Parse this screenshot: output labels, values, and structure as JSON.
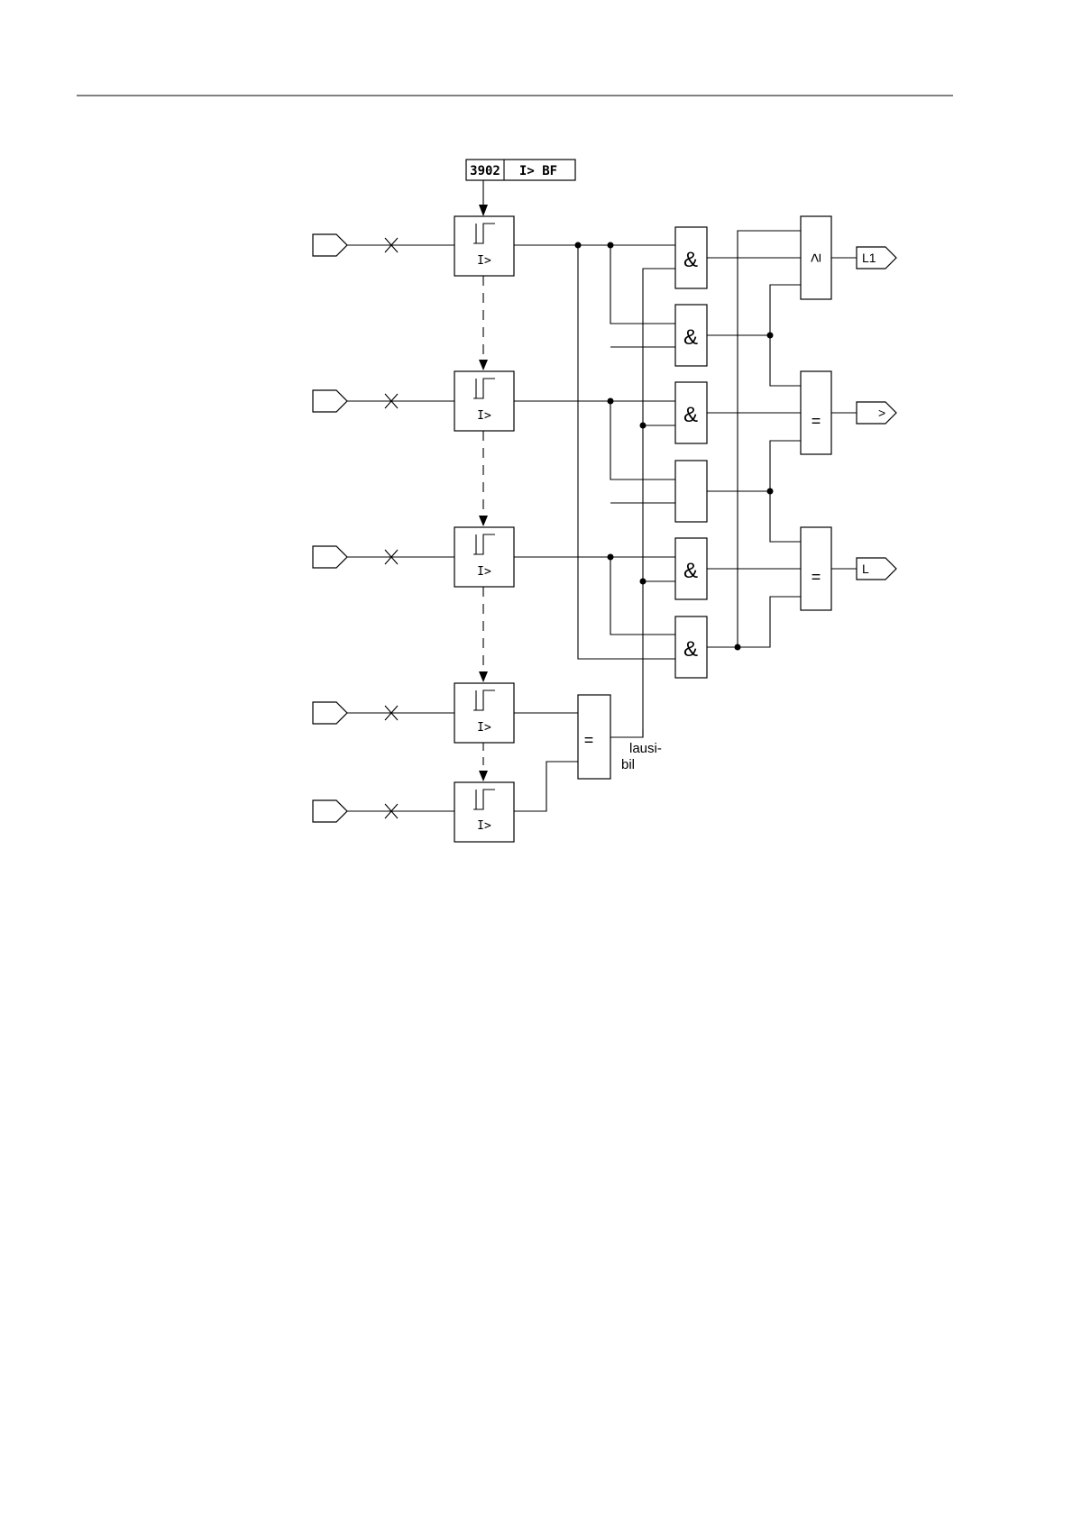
{
  "parameter": {
    "address": "3902",
    "name": "I> BF"
  },
  "threshold_blocks": [
    {
      "label": "I>"
    },
    {
      "label": "I>"
    },
    {
      "label": "I>"
    },
    {
      "label": "I>"
    },
    {
      "label": "I>"
    }
  ],
  "and_gates": [
    {
      "label": "&"
    },
    {
      "label": "&"
    },
    {
      "label": "&"
    },
    {
      "label": ""
    },
    {
      "label": "&"
    },
    {
      "label": "&"
    }
  ],
  "output_gates": [
    {
      "label": "≥"
    },
    {
      "label": "="
    },
    {
      "label": "="
    }
  ],
  "plausibility_gate": {
    "label": "=",
    "note_line1": "lausi-",
    "note_line2": "bil"
  },
  "outputs": [
    {
      "label": "L1"
    },
    {
      "label": ">"
    },
    {
      "label": "L"
    }
  ]
}
